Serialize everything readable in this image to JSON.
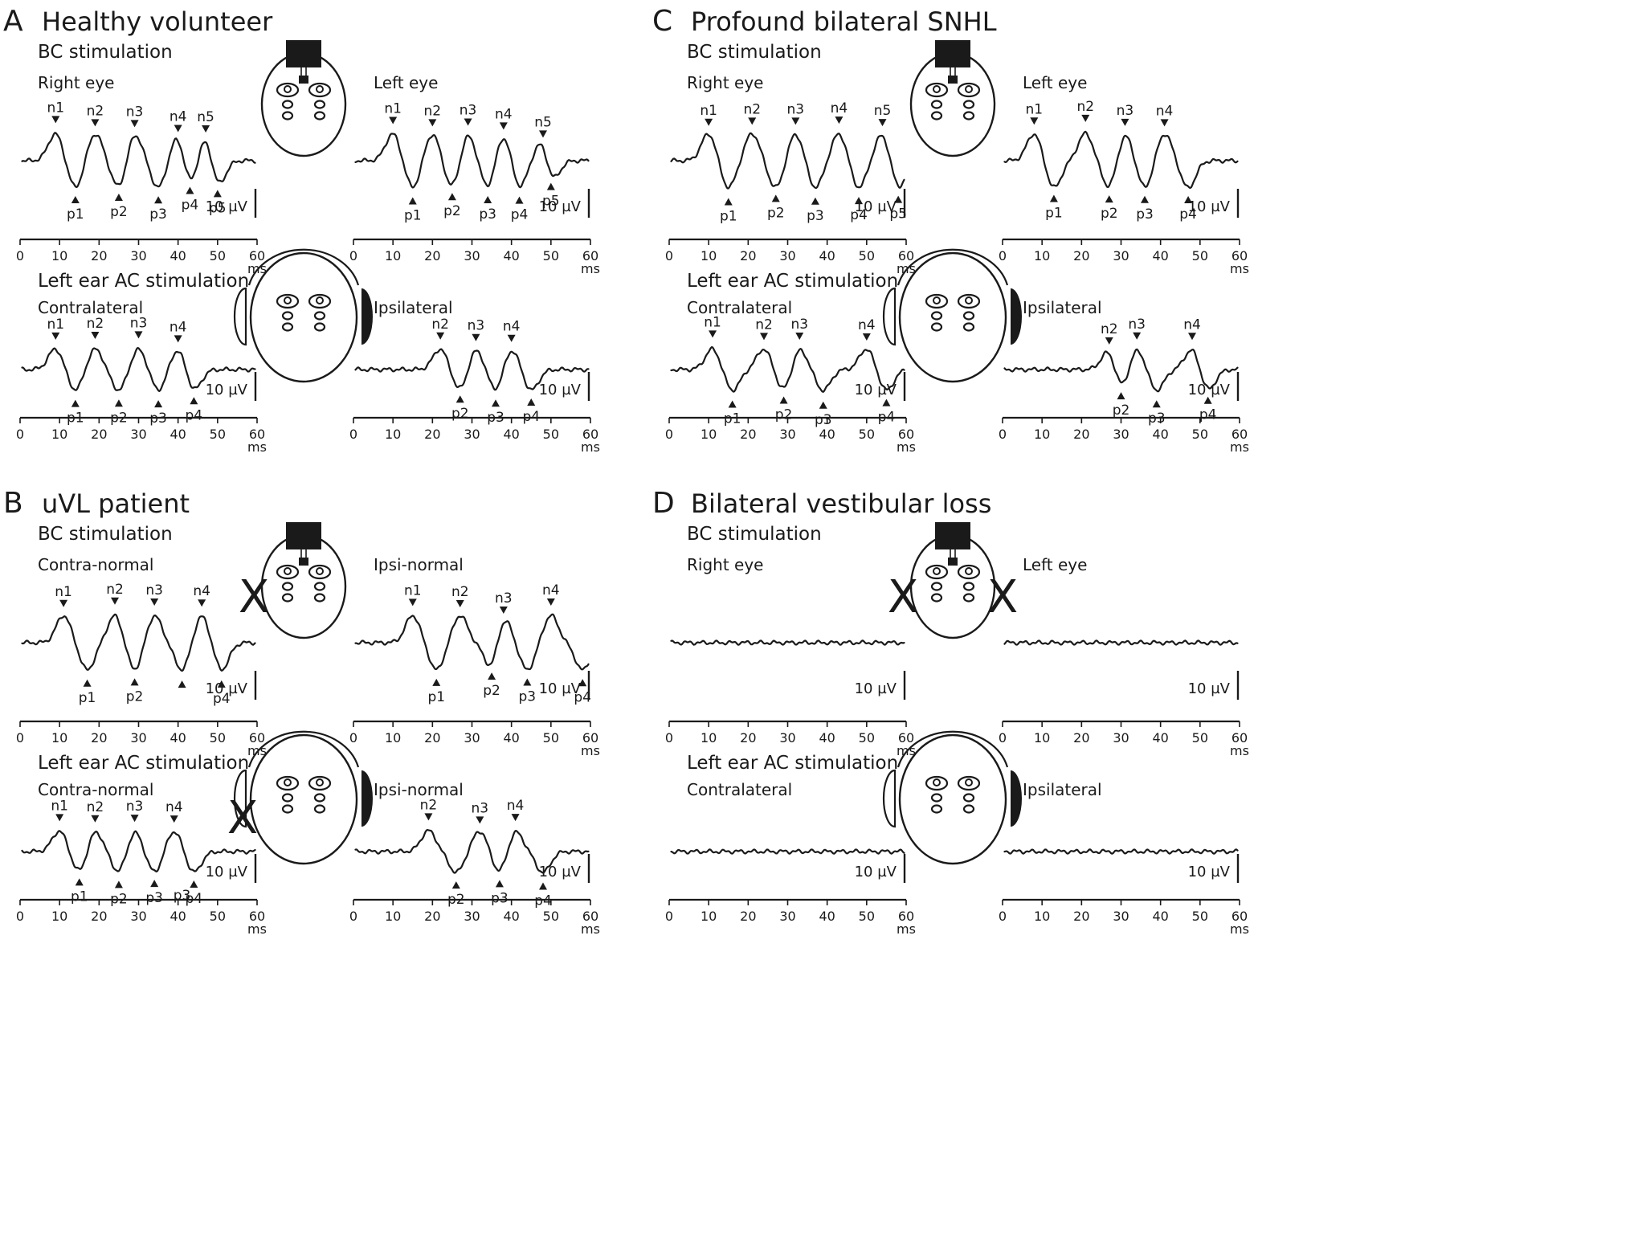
{
  "figure": {
    "panels": [
      {
        "letter": "A",
        "title": "Healthy volunteer",
        "heads": [
          {
            "type": "bc",
            "xmarks": []
          },
          {
            "type": "ac",
            "xmarks": []
          }
        ],
        "rows": [
          {
            "stim": "BC stimulation",
            "plots": [
              {
                "sub": "Right eye",
                "peaks": [
                  [
                    "n1",
                    9,
                    "n"
                  ],
                  [
                    "n2",
                    19,
                    "n"
                  ],
                  [
                    "n3",
                    29,
                    "n"
                  ],
                  [
                    "n4",
                    40,
                    "n"
                  ],
                  [
                    "n5",
                    47,
                    "n"
                  ],
                  [
                    "p1",
                    14,
                    "p"
                  ],
                  [
                    "p2",
                    25,
                    "p"
                  ],
                  [
                    "p3",
                    35,
                    "p"
                  ],
                  [
                    "p4",
                    43,
                    "p"
                  ],
                  [
                    "p5",
                    50,
                    "p"
                  ]
                ]
              },
              {
                "sub": "Left eye",
                "peaks": [
                  [
                    "n1",
                    10,
                    "n"
                  ],
                  [
                    "n2",
                    20,
                    "n"
                  ],
                  [
                    "n3",
                    29,
                    "n"
                  ],
                  [
                    "n4",
                    38,
                    "n"
                  ],
                  [
                    "n5",
                    48,
                    "n"
                  ],
                  [
                    "p1",
                    15,
                    "p"
                  ],
                  [
                    "p2",
                    25,
                    "p"
                  ],
                  [
                    "p3",
                    34,
                    "p"
                  ],
                  [
                    "p4",
                    42,
                    "p"
                  ],
                  [
                    "p5",
                    50,
                    "p"
                  ]
                ]
              }
            ]
          },
          {
            "stim": "Left ear AC stimulation",
            "plots": [
              {
                "sub": "Contralateral",
                "peaks": [
                  [
                    "n1",
                    9,
                    "n"
                  ],
                  [
                    "n2",
                    19,
                    "n"
                  ],
                  [
                    "n3",
                    30,
                    "n"
                  ],
                  [
                    "n4",
                    40,
                    "n"
                  ],
                  [
                    "p1",
                    14,
                    "p"
                  ],
                  [
                    "p2",
                    25,
                    "p"
                  ],
                  [
                    "p3",
                    35,
                    "p"
                  ],
                  [
                    "p4",
                    44,
                    "p"
                  ]
                ]
              },
              {
                "sub": "Ipsilateral",
                "peaks": [
                  [
                    "n2",
                    22,
                    "n"
                  ],
                  [
                    "n3",
                    31,
                    "n"
                  ],
                  [
                    "n4",
                    40,
                    "n"
                  ],
                  [
                    "p2",
                    27,
                    "p"
                  ],
                  [
                    "p3",
                    36,
                    "p"
                  ],
                  [
                    "p4",
                    45,
                    "p"
                  ]
                ]
              }
            ]
          }
        ]
      },
      {
        "letter": "B",
        "title": "uVL patient",
        "heads": [
          {
            "type": "bc",
            "xmarks": [
              "left"
            ]
          },
          {
            "type": "ac",
            "xmarks": [
              "left"
            ]
          }
        ],
        "rows": [
          {
            "stim": "BC stimulation",
            "plots": [
              {
                "sub": "Contra-normal",
                "peaks": [
                  [
                    "n1",
                    11,
                    "n"
                  ],
                  [
                    "n2",
                    24,
                    "n"
                  ],
                  [
                    "n3",
                    34,
                    "n"
                  ],
                  [
                    "n4",
                    46,
                    "n"
                  ],
                  [
                    "p1",
                    17,
                    "p"
                  ],
                  [
                    "p2",
                    29,
                    "p"
                  ],
                  [
                    "",
                    41,
                    "p"
                  ],
                  [
                    "p4",
                    51,
                    "p"
                  ]
                ]
              },
              {
                "sub": "Ipsi-normal",
                "peaks": [
                  [
                    "n1",
                    15,
                    "n"
                  ],
                  [
                    "n2",
                    27,
                    "n"
                  ],
                  [
                    "n3",
                    38,
                    "n"
                  ],
                  [
                    "n4",
                    50,
                    "n"
                  ],
                  [
                    "p1",
                    21,
                    "p"
                  ],
                  [
                    "p2",
                    35,
                    "p"
                  ],
                  [
                    "p3",
                    44,
                    "p"
                  ],
                  [
                    "p4",
                    58,
                    "p"
                  ]
                ]
              }
            ]
          },
          {
            "stim": "Left ear AC stimulation",
            "plots": [
              {
                "sub": "Contra-normal",
                "peaks": [
                  [
                    "n1",
                    10,
                    "n"
                  ],
                  [
                    "n2",
                    19,
                    "n"
                  ],
                  [
                    "n3",
                    29,
                    "n"
                  ],
                  [
                    "n4",
                    39,
                    "n"
                  ],
                  [
                    "p1",
                    15,
                    "p"
                  ],
                  [
                    "p2",
                    25,
                    "p"
                  ],
                  [
                    "p3",
                    34,
                    "p"
                  ],
                  [
                    "p4",
                    44,
                    "p"
                  ]
                ],
                "extra": [
                  [
                    "p3",
                    41,
                    "below"
                  ]
                ]
              },
              {
                "sub": "Ipsi-normal",
                "peaks": [
                  [
                    "n2",
                    19,
                    "n"
                  ],
                  [
                    "n3",
                    32,
                    "n"
                  ],
                  [
                    "n4",
                    41,
                    "n"
                  ],
                  [
                    "p2",
                    26,
                    "p"
                  ],
                  [
                    "p3",
                    37,
                    "p"
                  ],
                  [
                    "p4",
                    48,
                    "p"
                  ]
                ]
              }
            ]
          }
        ]
      },
      {
        "letter": "C",
        "title": "Profound bilateral SNHL",
        "heads": [
          {
            "type": "bc",
            "xmarks": []
          },
          {
            "type": "ac",
            "xmarks": []
          }
        ],
        "rows": [
          {
            "stim": "BC stimulation",
            "plots": [
              {
                "sub": "Right eye",
                "peaks": [
                  [
                    "n1",
                    10,
                    "n"
                  ],
                  [
                    "n2",
                    21,
                    "n"
                  ],
                  [
                    "n3",
                    32,
                    "n"
                  ],
                  [
                    "n4",
                    43,
                    "n"
                  ],
                  [
                    "n5",
                    54,
                    "n"
                  ],
                  [
                    "p1",
                    15,
                    "p"
                  ],
                  [
                    "p2",
                    27,
                    "p"
                  ],
                  [
                    "p3",
                    37,
                    "p"
                  ],
                  [
                    "p4",
                    48,
                    "p"
                  ],
                  [
                    "p5",
                    58,
                    "p"
                  ]
                ]
              },
              {
                "sub": "Left eye",
                "peaks": [
                  [
                    "n1",
                    8,
                    "n"
                  ],
                  [
                    "n2",
                    21,
                    "n"
                  ],
                  [
                    "n3",
                    31,
                    "n"
                  ],
                  [
                    "n4",
                    41,
                    "n"
                  ],
                  [
                    "p1",
                    13,
                    "p"
                  ],
                  [
                    "p2",
                    27,
                    "p"
                  ],
                  [
                    "p3",
                    36,
                    "p"
                  ],
                  [
                    "p4",
                    47,
                    "p"
                  ]
                ]
              }
            ]
          },
          {
            "stim": "Left ear AC stimulation",
            "plots": [
              {
                "sub": "Contralateral",
                "peaks": [
                  [
                    "n1",
                    11,
                    "n"
                  ],
                  [
                    "n2",
                    24,
                    "n"
                  ],
                  [
                    "n3",
                    33,
                    "n"
                  ],
                  [
                    "n4",
                    50,
                    "n"
                  ],
                  [
                    "p1",
                    16,
                    "p"
                  ],
                  [
                    "p2",
                    29,
                    "p"
                  ],
                  [
                    "p3",
                    39,
                    "p"
                  ],
                  [
                    "p4",
                    55,
                    "p"
                  ]
                ]
              },
              {
                "sub": "Ipsilateral",
                "peaks": [
                  [
                    "n2",
                    27,
                    "n"
                  ],
                  [
                    "n3",
                    34,
                    "n"
                  ],
                  [
                    "n4",
                    48,
                    "n"
                  ],
                  [
                    "p2",
                    30,
                    "p"
                  ],
                  [
                    "p3",
                    39,
                    "p"
                  ],
                  [
                    "p4",
                    52,
                    "p"
                  ]
                ]
              }
            ]
          }
        ]
      },
      {
        "letter": "D",
        "title": "Bilateral vestibular loss",
        "heads": [
          {
            "type": "bc",
            "xmarks": [
              "left",
              "right"
            ]
          },
          {
            "type": "ac",
            "xmarks": []
          }
        ],
        "rows": [
          {
            "stim": "BC stimulation",
            "plots": [
              {
                "sub": "Right eye",
                "peaks": []
              },
              {
                "sub": "Left eye",
                "peaks": []
              }
            ]
          },
          {
            "stim": "Left ear AC stimulation",
            "plots": [
              {
                "sub": "Contralateral",
                "peaks": []
              },
              {
                "sub": "Ipsilateral",
                "peaks": []
              }
            ]
          }
        ]
      }
    ],
    "axis": {
      "ticks": [
        0,
        10,
        20,
        30,
        40,
        50,
        60
      ],
      "unit": "ms",
      "xlim": [
        0,
        60
      ]
    },
    "scale_label": "10 µV",
    "x_mark": "X"
  }
}
